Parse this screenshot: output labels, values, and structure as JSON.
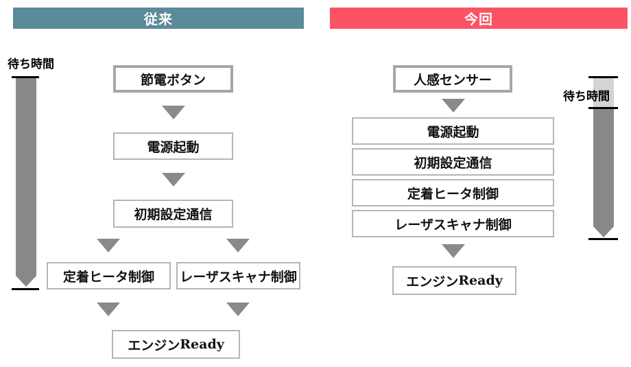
{
  "colors": {
    "header_conventional": "#5b8a99",
    "header_new": "#fb5365",
    "box_border": "#b5b5b5",
    "trigger_border": "#a6a6a6",
    "arrow": "#8a8a8a",
    "wait_bar": "#888888",
    "wait_bar_light": "#d4d4d4",
    "text": "#111111"
  },
  "headers": {
    "conventional": "従来",
    "current": "今回"
  },
  "left_flow": {
    "wait_label": "待ち時間",
    "trigger": "節電ボタン",
    "steps": [
      "電源起動",
      "初期設定通信"
    ],
    "branches": [
      "定着ヒータ制御",
      "レーザスキャナ制御"
    ],
    "ready_jp": "エンジン",
    "ready_latin": "Ready"
  },
  "right_flow": {
    "wait_label": "待ち時間",
    "trigger": "人感センサー",
    "steps": [
      "電源起動",
      "初期設定通信",
      "定着ヒータ制御",
      "レーザスキャナ制御"
    ],
    "ready_jp": "エンジン",
    "ready_latin": "Ready"
  }
}
